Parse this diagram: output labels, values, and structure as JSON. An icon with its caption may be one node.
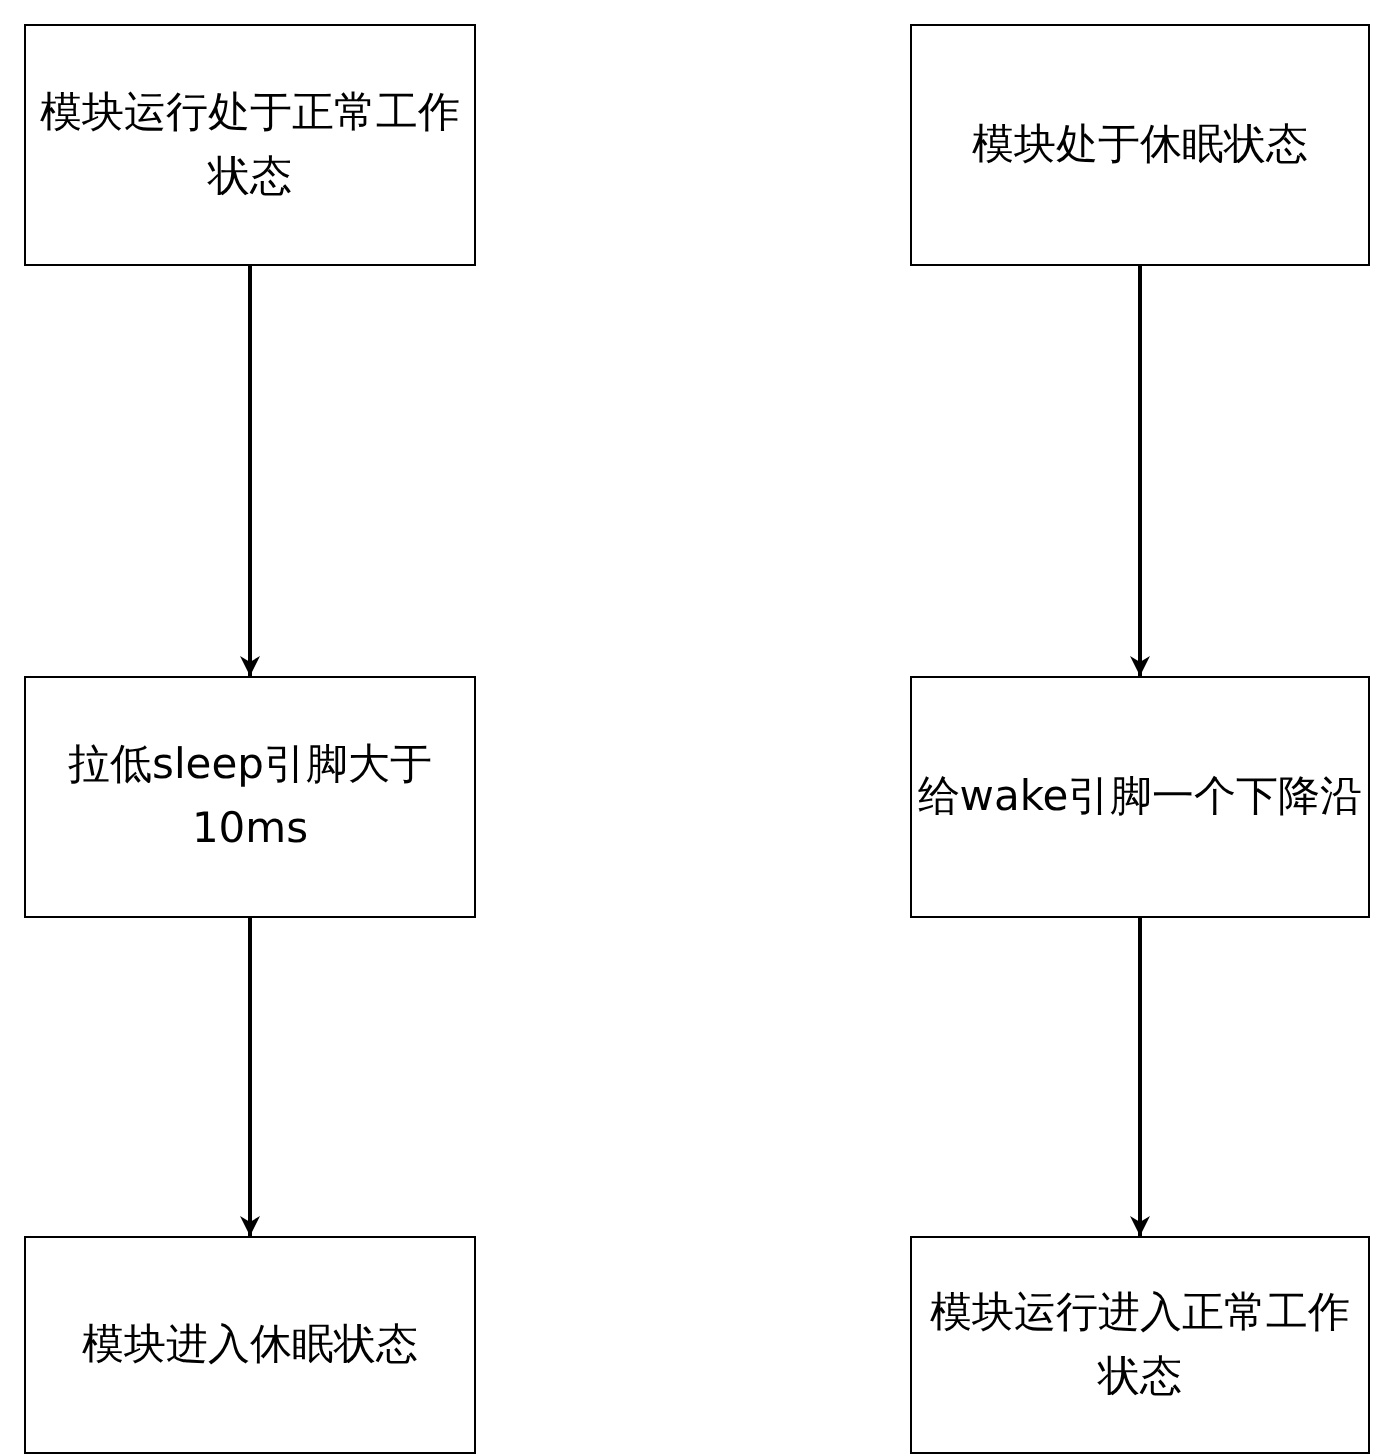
{
  "diagram": {
    "nodes": [
      {
        "text": [
          "模块运行处于正常工作状态"
        ]
      },
      {
        "text": [
          "拉低sleep引脚大于10ms"
        ]
      },
      {
        "text": [
          "模块进入休眠状态"
        ]
      },
      {
        "text": [
          "模块处于休眠状态"
        ]
      },
      {
        "text": [
          "给wake引脚一个下降沿"
        ]
      },
      {
        "text": [
          "模块运行进入正常工作状态"
        ]
      }
    ],
    "edges": [
      {
        "from": 0,
        "to": 1,
        "arrow": "to"
      },
      {
        "from": 1,
        "to": 2,
        "arrow": "to"
      },
      {
        "from": 3,
        "to": 4,
        "arrow": "to"
      },
      {
        "from": 4,
        "to": 5,
        "arrow": "to"
      }
    ]
  }
}
